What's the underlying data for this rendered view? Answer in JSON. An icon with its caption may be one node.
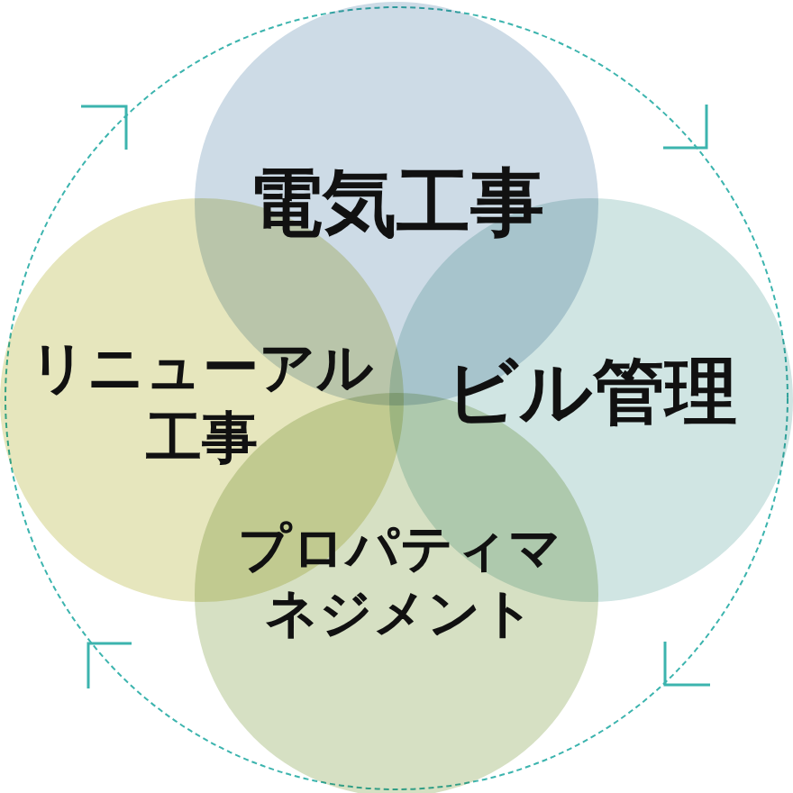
{
  "diagram": {
    "nodes": [
      {
        "text": [
          "電気工事"
        ]
      },
      {
        "text": [
          "リニューアル工事"
        ]
      },
      {
        "text": [
          "ビル管理"
        ]
      },
      {
        "text": [
          "プロパティマネジメント"
        ]
      }
    ]
  }
}
